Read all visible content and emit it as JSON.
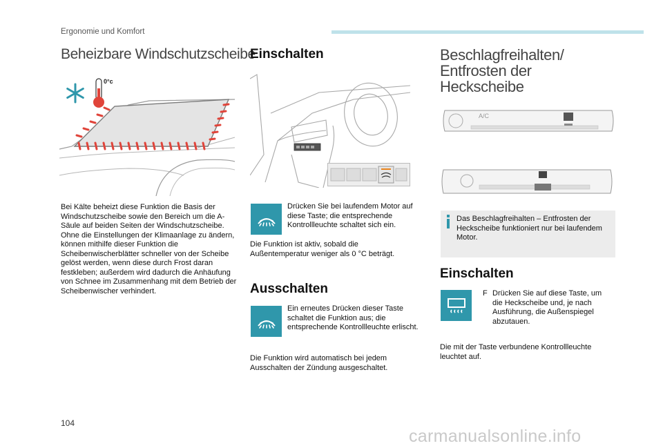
{
  "header": {
    "section": "Ergonomie und Komfort"
  },
  "col1": {
    "title": "Beheizbare Windschutzscheibe",
    "temp_label": "0°c",
    "paragraph": "Bei Kälte beheizt diese Funktion die Basis der Windschutzscheibe sowie den Bereich um die A-Säule auf beiden Seiten der Windschutzscheibe.\nOhne die Einstellungen der Klimaanlage zu ändern, können mithilfe dieser Funktion die Scheibenwischerblätter schneller von der Scheibe gelöst werden, wenn diese durch Frost daran festkleben; außerdem wird dadurch die Anhäufung von Schnee im Zusammenhang mit dem Betrieb der Scheibenwischer verhindert."
  },
  "col2": {
    "on_title": "Einschalten",
    "on_instruction": "Drücken Sie bei laufendem Motor auf diese Taste; die entsprechende Kontrollleuchte schaltet sich ein.",
    "on_note": "Die Funktion ist aktiv, sobald die Außentemperatur weniger als 0 °C beträgt.",
    "off_title": "Ausschalten",
    "off_instruction": "Ein erneutes Drücken dieser Taste schaltet die Funktion aus; die entsprechende Kontrollleuchte erlischt.",
    "off_note": "Die Funktion wird automatisch bei jedem Ausschalten der Zündung ausgeschaltet."
  },
  "col3": {
    "title": "Beschlagfreihalten/\nEntfrosten der\nHeckscheibe",
    "panel_ac_label": "A/C",
    "info_note": "Das Beschlagfreihalten – Entfrosten der Heckscheibe funktioniert nur bei laufendem Motor.",
    "on_title": "Einschalten",
    "bullet": "F",
    "on_instruction": "Drücken Sie auf diese Taste, um die Heckscheibe und, je nach Ausführung, die Außenspiegel abzutauen.",
    "on_note": "Die mit der Taste verbundene Kontrollleuchte leuchtet auf."
  },
  "footer": {
    "page_number": "104",
    "watermark": "carmanualsonline.info"
  },
  "colors": {
    "accent": "#2f97ab",
    "header_bar": "#bfe2ea",
    "heat": "#e0443a",
    "info_bg": "#ececec"
  }
}
